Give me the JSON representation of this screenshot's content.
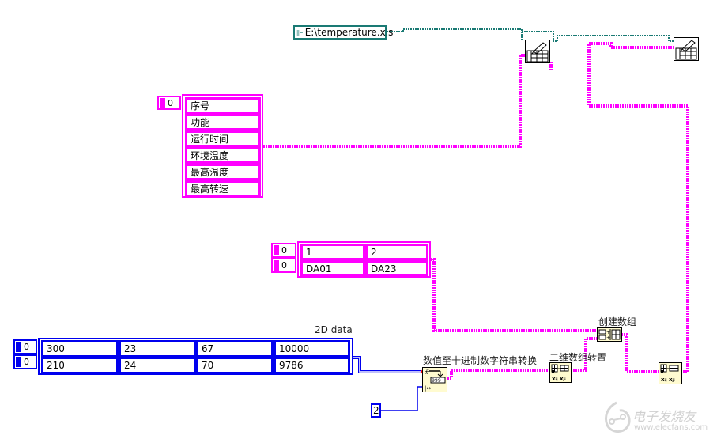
{
  "file_path_constant": {
    "icon": "path-icon",
    "value": "E:\\temperature.xls"
  },
  "header_array": {
    "index": "0",
    "items": [
      "序号",
      "功能",
      "运行时间",
      "环境温度",
      "最高温度",
      "最高转速"
    ]
  },
  "string_2d_array": {
    "row_index": "0",
    "col_index": "0",
    "rows": [
      [
        "1",
        "2"
      ],
      [
        "DA01",
        "DA23"
      ]
    ]
  },
  "numeric_2d_array": {
    "label": "2D data",
    "row_index": "0",
    "col_index": "0",
    "rows": [
      [
        "300",
        "23",
        "67",
        "10000"
      ],
      [
        "210",
        "24",
        "70",
        "9786"
      ]
    ]
  },
  "nodes": {
    "write_spreadsheet_1": {
      "icon": "write-to-spreadsheet-icon"
    },
    "write_spreadsheet_2": {
      "icon": "write-to-spreadsheet-icon"
    },
    "number_to_decimal_string": {
      "label": "数值至十进制数字符串转换",
      "icon": "number-to-decimal-string-icon",
      "digits_glyph": "999"
    },
    "transpose_2d_array_1": {
      "label": "二维数组转置",
      "icon": "transpose-2d-array-icon"
    },
    "build_array": {
      "label": "创建数组",
      "icon": "build-array-icon"
    },
    "transpose_2d_array_2": {
      "icon": "transpose-2d-array-icon"
    }
  },
  "width_constant": {
    "value": "2"
  },
  "colors": {
    "string_wire": "#ff00ff",
    "numeric_wire": "#0000ee",
    "path_wire": "#1a7a74",
    "node_fill": "#fffbd0"
  },
  "watermark": {
    "title": "电子发烧友",
    "url": "www.elecfans.com"
  }
}
